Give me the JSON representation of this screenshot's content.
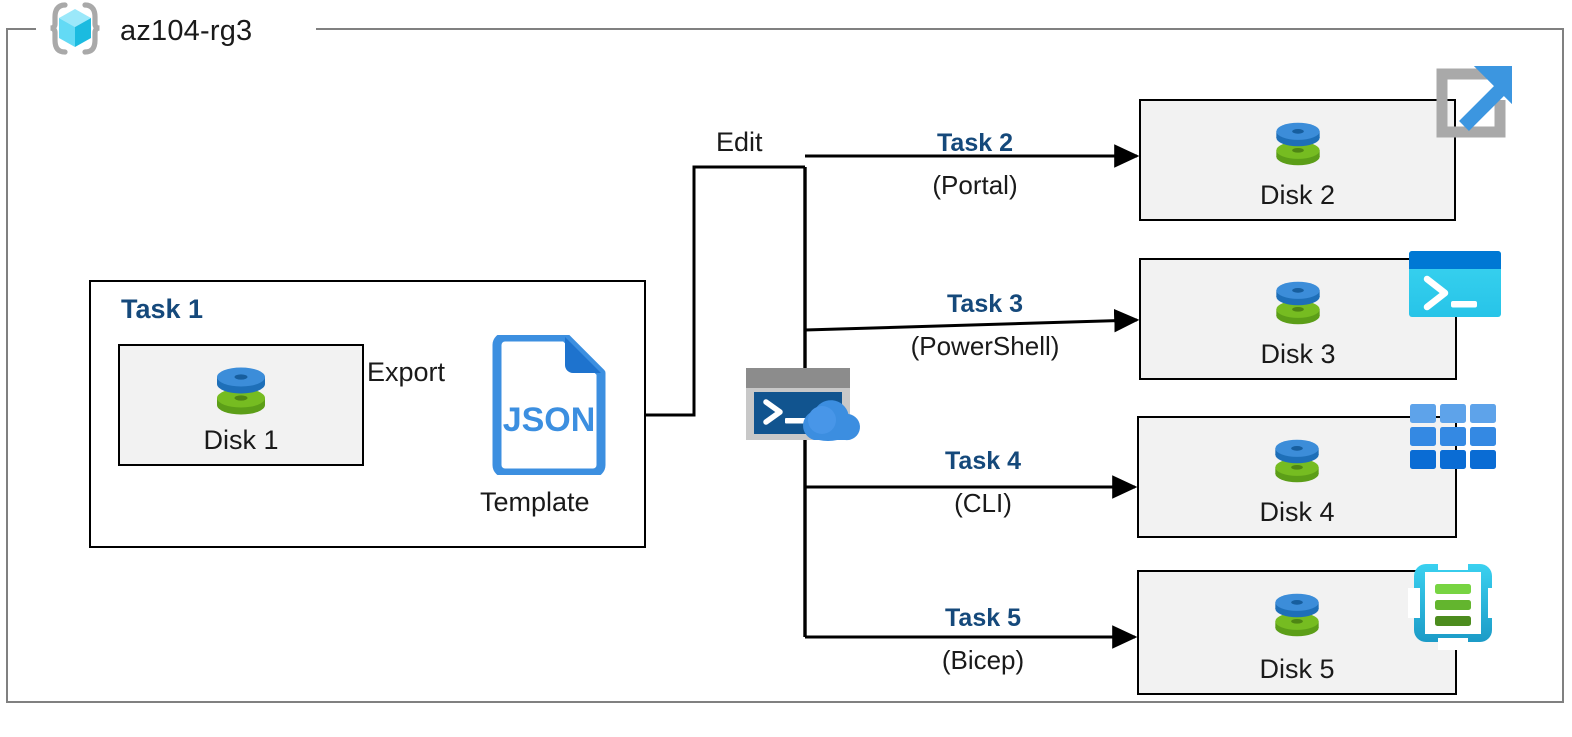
{
  "resource_group": {
    "name": "az104-rg3",
    "icon": "azure-resource-group-icon"
  },
  "task1": {
    "label": "Task 1",
    "disk": {
      "label": "Disk 1",
      "icon": "managed-disk-icon"
    },
    "export_label": "Export",
    "template": {
      "file_type": "JSON",
      "label": "Template",
      "icon": "json-file-icon"
    }
  },
  "edit": {
    "label": "Edit",
    "cloudshell_icon": "cloud-shell-icon"
  },
  "flows": [
    {
      "task": "Task 2",
      "method": "(Portal)",
      "target_label": "Disk 2",
      "target_icon": "azure-portal-icon",
      "disk_icon": "managed-disk-icon"
    },
    {
      "task": "Task 3",
      "method": "(PowerShell)",
      "target_label": "Disk 3",
      "target_icon": "powershell-icon",
      "disk_icon": "managed-disk-icon"
    },
    {
      "task": "Task 4",
      "method": "(CLI)",
      "target_label": "Disk 4",
      "target_icon": "azure-cli-icon",
      "disk_icon": "managed-disk-icon"
    },
    {
      "task": "Task 5",
      "method": "(Bicep)",
      "target_label": "Disk 5",
      "target_icon": "bicep-icon",
      "disk_icon": "managed-disk-icon"
    }
  ],
  "colors": {
    "task_blue": "#15497B",
    "box_fill": "#f2f2f2",
    "box_stroke": "#000000",
    "frame_stroke": "#808080",
    "disk_blue": "#3C8DD9",
    "disk_green": "#6FAF21",
    "json_blue": "#3C8FE0",
    "cyan": "#32C8EF",
    "connector": "#000000"
  }
}
